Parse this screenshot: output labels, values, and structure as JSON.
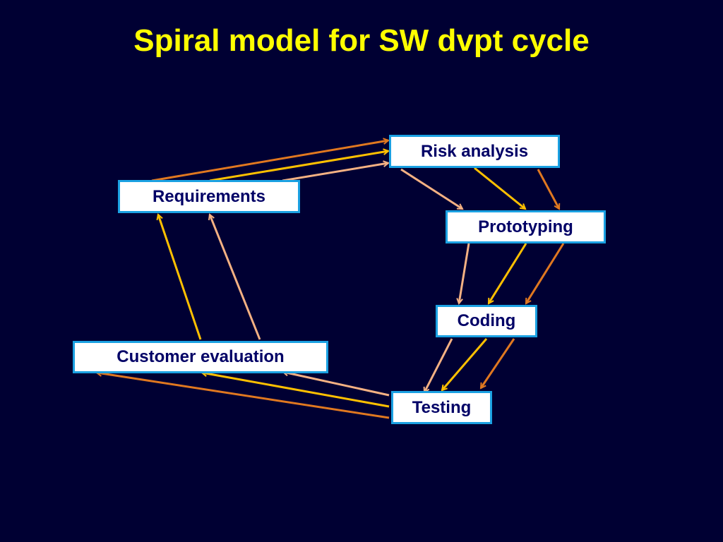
{
  "title": "Spiral model for SW dvpt cycle",
  "nodes": {
    "risk_analysis": "Risk analysis",
    "requirements": "Requirements",
    "prototyping": "Prototyping",
    "coding": "Coding",
    "customer_evaluation": "Customer evaluation",
    "testing": "Testing"
  },
  "colors": {
    "background": "#000033",
    "title": "#FFFF00",
    "node_fill": "#FFFFFF",
    "node_border": "#1BA1E2",
    "node_text": "#000066",
    "arrow_outer": "#E07820",
    "arrow_middle": "#FFC000",
    "arrow_inner": "#F4B183"
  },
  "edges": [
    {
      "from": "requirements",
      "to": "risk_analysis",
      "loops": [
        "outer",
        "middle",
        "inner"
      ]
    },
    {
      "from": "risk_analysis",
      "to": "prototyping",
      "loops": [
        "inner",
        "middle",
        "outer"
      ]
    },
    {
      "from": "prototyping",
      "to": "coding",
      "loops": [
        "inner",
        "middle",
        "outer"
      ]
    },
    {
      "from": "coding",
      "to": "testing",
      "loops": [
        "inner",
        "middle",
        "outer"
      ]
    },
    {
      "from": "testing",
      "to": "customer_evaluation",
      "loops": [
        "inner",
        "middle",
        "outer"
      ]
    },
    {
      "from": "customer_evaluation",
      "to": "requirements",
      "loops": [
        "middle",
        "inner"
      ]
    }
  ]
}
